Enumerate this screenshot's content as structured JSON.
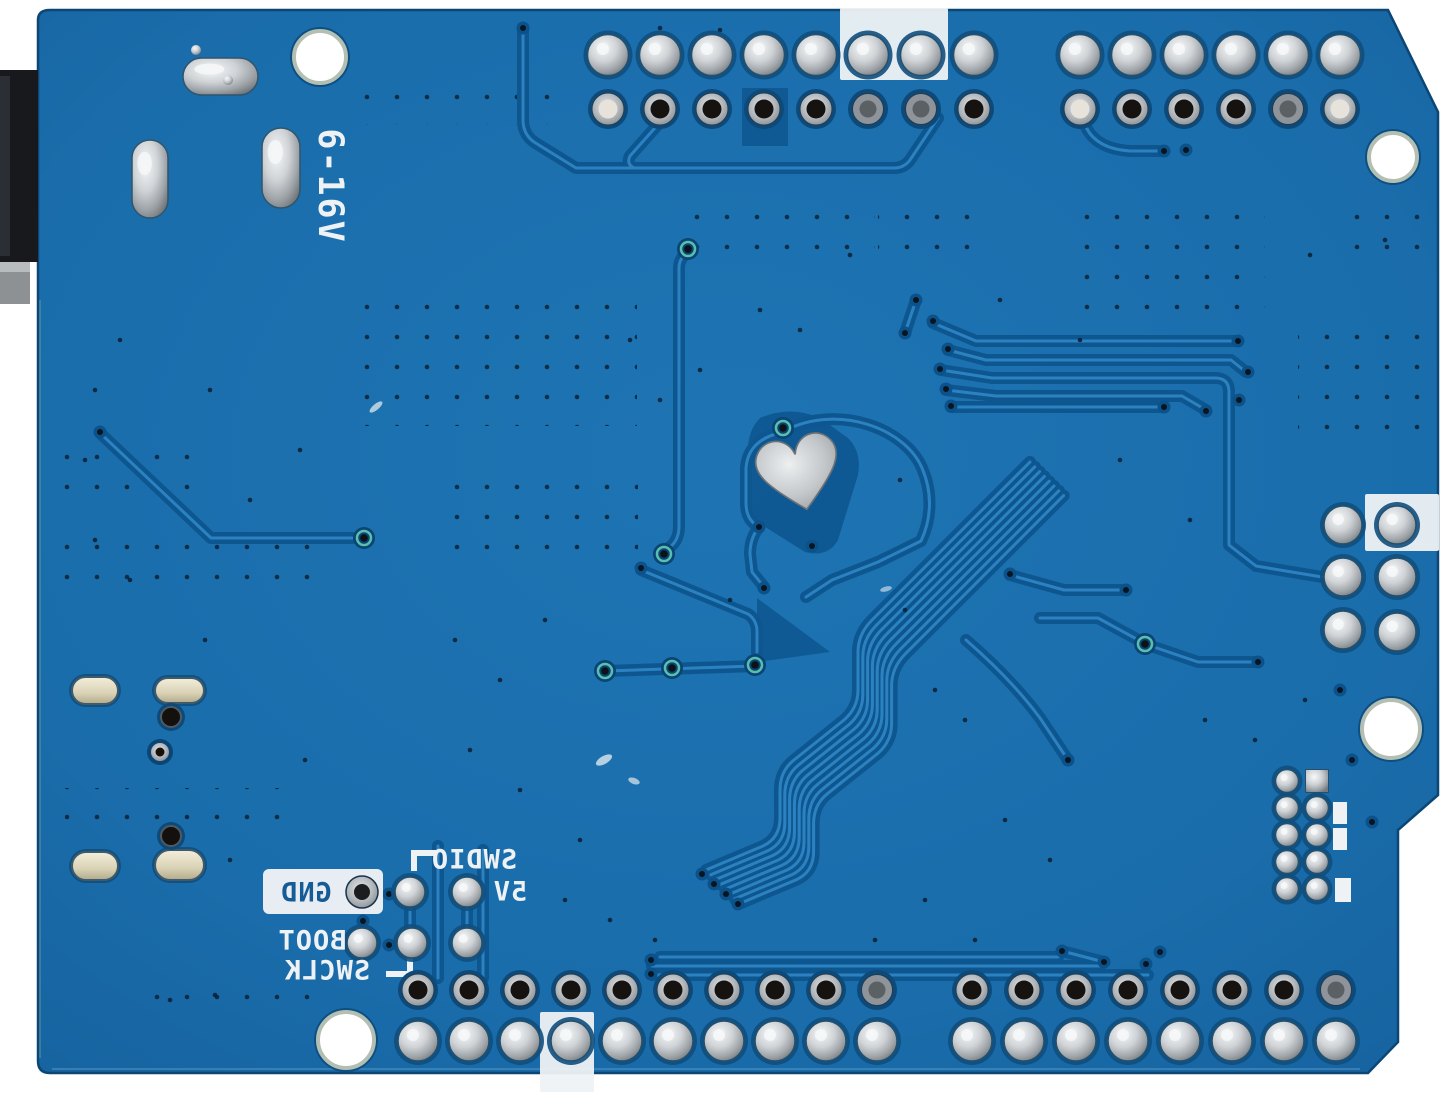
{
  "silkscreen": {
    "power_rating": "6-16V",
    "gnd_label": "GND",
    "swdio_label": "SWDIO",
    "v5_label": "5V",
    "boot_label": "BOOT",
    "swclk_label": "SWCLK"
  },
  "headers": {
    "top_left_pin_count": 8,
    "top_right_pin_count": 6,
    "bottom_left_pin_count": 10,
    "bottom_right_pin_count": 8,
    "icsp_pin_count": 6,
    "swd_pad_count": 5,
    "debug_grid_pad_count": 10,
    "mounting_hole_count": 4
  },
  "colors": {
    "soldermask_blue": "#1a6dab",
    "trace_dark_blue": "#0d5690",
    "trace_light_blue": "#3087c6",
    "silkscreen_white": "#eef2f4",
    "solder_silver": "#c6cacd",
    "hole_black": "#17120e",
    "background_white": "#ffffff"
  }
}
